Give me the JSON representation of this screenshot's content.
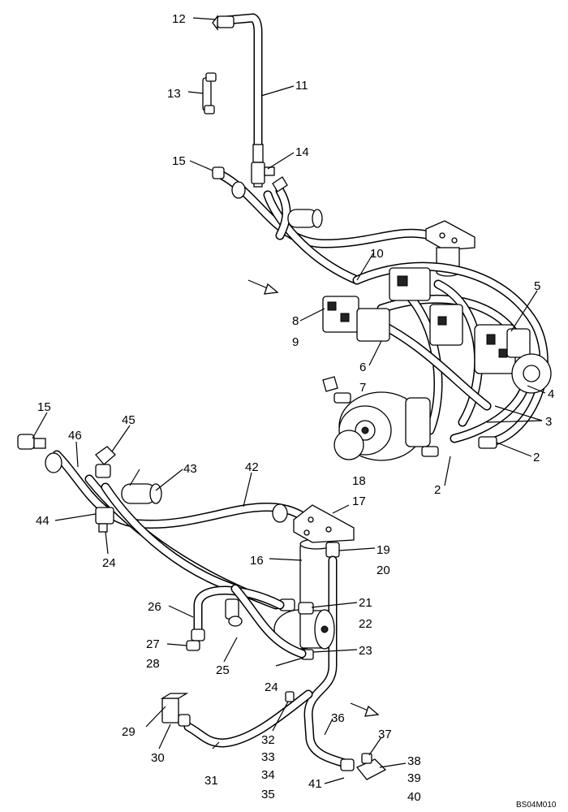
{
  "labels": {
    "n2": "2",
    "n3": "3",
    "n4": "4",
    "n5": "5",
    "n6": "6",
    "n7": "7",
    "n8": "8",
    "n9": "9",
    "n10": "10",
    "n11": "11",
    "n12": "12",
    "n13": "13",
    "n14": "14",
    "n15": "15",
    "n16": "16",
    "n17": "17",
    "n18": "18",
    "n19": "19",
    "n20": "20",
    "n21": "21",
    "n22": "22",
    "n23": "23",
    "n24": "24",
    "n25": "25",
    "n26": "26",
    "n27": "27",
    "n28": "28",
    "n29": "29",
    "n30": "30",
    "n31": "31",
    "n32": "32",
    "n33": "33",
    "n34": "34",
    "n35": "35",
    "n36": "36",
    "n37": "37",
    "n38": "38",
    "n39": "39",
    "n40": "40",
    "n41": "41",
    "n42": "42",
    "n43": "43",
    "n44": "44",
    "n45": "45",
    "n46": "46"
  },
  "drawing_code": "BS04M010"
}
